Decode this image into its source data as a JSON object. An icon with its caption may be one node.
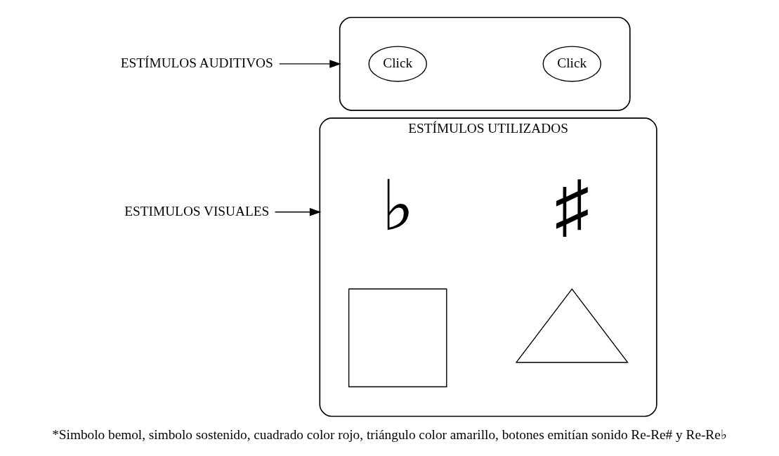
{
  "diagram": {
    "caption": "*Simbolo bemol, simbolo sostenido, cuadrado color rojo, triángulo color amarillo, botones emitían sonido Re-Re# y Re-Re♭",
    "nodes": [
      {
        "text": [
          "ESTÍMULOS UTILIZADOS"
        ]
      },
      {
        "text": [
          "♭"
        ],
        "in": 0
      },
      {
        "text": [
          "♯"
        ],
        "in": 0
      },
      {
        "text": [],
        "shape": "box",
        "in": 0
      },
      {
        "text": [],
        "shape": "triangle",
        "in": 0
      },
      {
        "text": [
          "ESTIMULOS VISUALES"
        ]
      },
      {
        "text": [
          "ESTÍMULOS AUDITIVOS"
        ]
      },
      {
        "text": [],
        "shape": "box"
      },
      {
        "text": [
          "Click"
        ],
        "in": 7
      },
      {
        "text": [
          "Click"
        ],
        "in": 7
      }
    ],
    "edges": [
      {
        "from": 5,
        "to": 0,
        "arrow": "to"
      },
      {
        "from": 6,
        "to": 7,
        "arrow": "to"
      }
    ]
  }
}
